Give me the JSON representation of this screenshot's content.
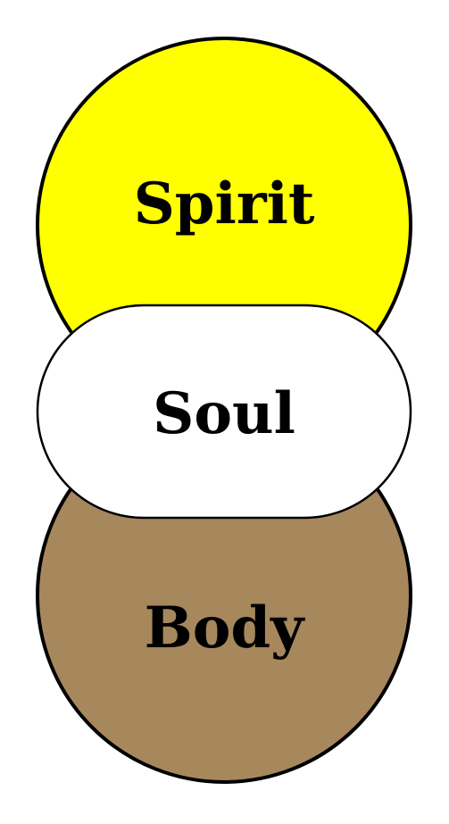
{
  "diagram": {
    "spirit": {
      "label": "Spirit",
      "color": "#ffff00"
    },
    "soul": {
      "label": "Soul",
      "color": "#ffffff"
    },
    "body": {
      "label": "Body",
      "color": "#a7875c"
    },
    "outline_color": "#000000"
  }
}
